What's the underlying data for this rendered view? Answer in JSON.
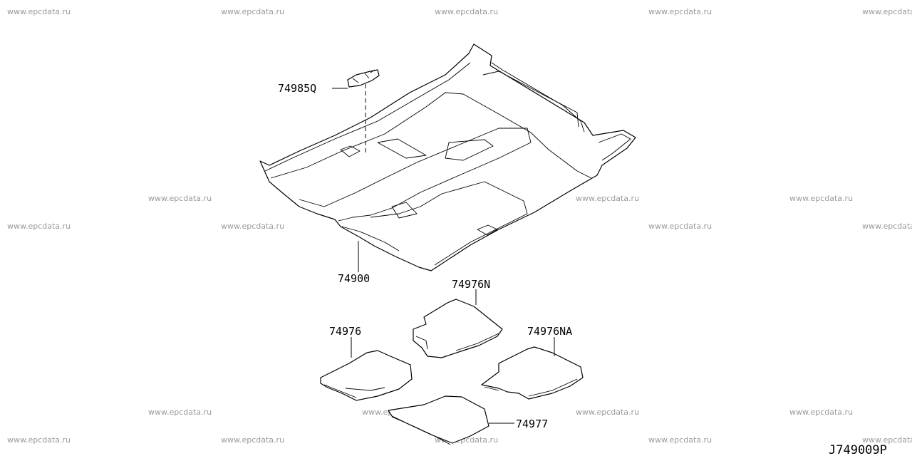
{
  "watermark": "www.epcdata.ru",
  "diagram_code": "J749009P",
  "parts": [
    {
      "id": "clip",
      "number": "74985Q"
    },
    {
      "id": "floor-carpet",
      "number": "74900"
    },
    {
      "id": "mat-rear-left",
      "number": "74976N"
    },
    {
      "id": "mat-front-left",
      "number": "74976"
    },
    {
      "id": "mat-rear-right",
      "number": "74976NA"
    },
    {
      "id": "mat-front-right",
      "number": "74977"
    }
  ]
}
